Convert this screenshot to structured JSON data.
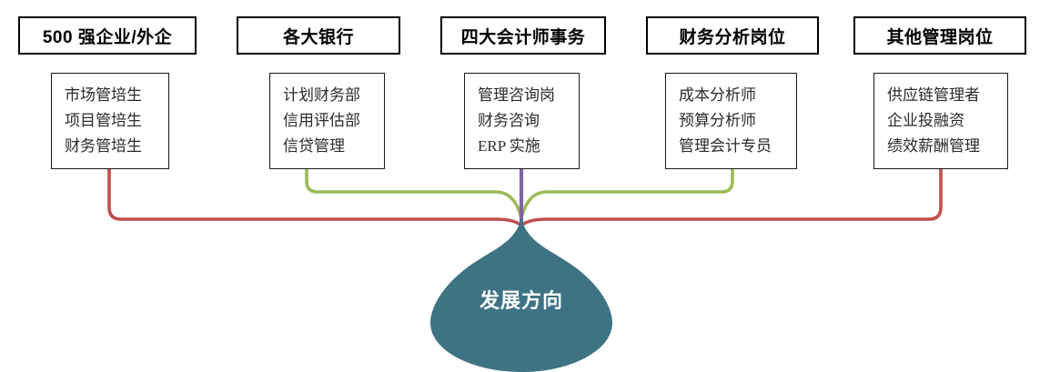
{
  "diagram": {
    "title": "发展方向",
    "center_label": "发展方向",
    "colors": {
      "drop_fill": "#3E7383",
      "connector_red": "#C0504D",
      "connector_green": "#9BBB59",
      "connector_purple": "#8064A2",
      "box_border": "#000000",
      "text": "#2b2b2b",
      "center_text": "#ffffff",
      "background": "#ffffff"
    },
    "columns": [
      {
        "header": "500 强企业/外企",
        "connector_color": "#C0504D",
        "connector_name": "connector-red-left",
        "items": [
          "市场管培生",
          "项目管培生",
          "财务管培生"
        ]
      },
      {
        "header": "各大银行",
        "connector_color": "#9BBB59",
        "connector_name": "connector-green-left",
        "items": [
          "计划财务部",
          "信用评估部",
          "信贷管理"
        ]
      },
      {
        "header": "四大会计师事务",
        "connector_color": "#8064A2",
        "connector_name": "connector-purple-center",
        "items": [
          "管理咨询岗",
          "财务咨询",
          "ERP 实施"
        ]
      },
      {
        "header": "财务分析岗位",
        "connector_color": "#9BBB59",
        "connector_name": "connector-green-right",
        "items": [
          "成本分析师",
          "预算分析师",
          "管理会计专员"
        ]
      },
      {
        "header": "其他管理岗位",
        "connector_color": "#C0504D",
        "connector_name": "connector-red-right",
        "items": [
          "供应链管理者",
          "企业投融资",
          "绩效薪酬管理"
        ]
      }
    ]
  }
}
